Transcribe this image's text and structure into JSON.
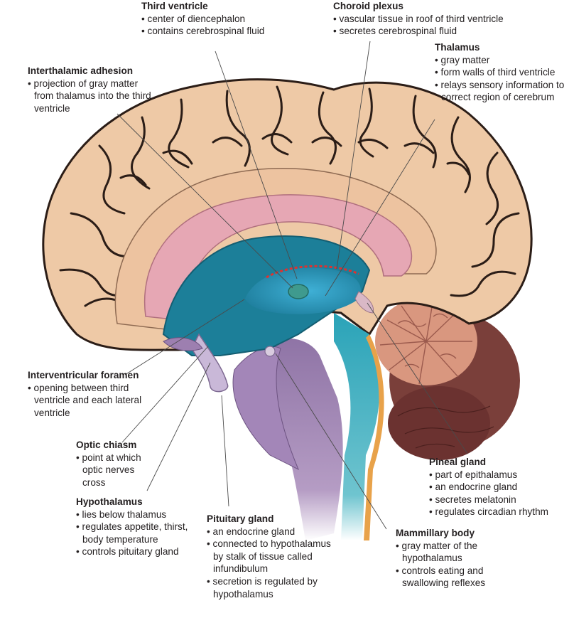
{
  "labels": [
    {
      "key": "third-ventricle",
      "title": "Third ventricle",
      "bullets": [
        "center of diencephalon",
        "contains cerebrospinal fluid"
      ]
    },
    {
      "key": "choroid-plexus",
      "title": "Choroid plexus",
      "bullets": [
        "vascular tissue in roof of third ventricle",
        "secretes cerebrospinal fluid"
      ]
    },
    {
      "key": "thalamus",
      "title": "Thalamus",
      "bullets": [
        "gray matter",
        "form walls of third ventricle",
        "relays sensory information to correct region of cerebrum"
      ]
    },
    {
      "key": "interthalamic-adhesion",
      "title": "Interthalamic adhesion",
      "bullets": [
        "projection of gray matter from thalamus into the third ventricle"
      ]
    },
    {
      "key": "interventricular-foramen",
      "title": "Interventricular foramen",
      "bullets": [
        "opening between third ventricle and each lateral ventricle"
      ]
    },
    {
      "key": "optic-chiasm",
      "title": "Optic chiasm",
      "bullets": [
        "point at which optic nerves cross"
      ]
    },
    {
      "key": "hypothalamus",
      "title": "Hypothalamus",
      "bullets": [
        "lies below thalamus",
        "regulates appetite, thirst, body temperature",
        "controls pituitary gland"
      ]
    },
    {
      "key": "pituitary-gland",
      "title": "Pituitary gland",
      "bullets": [
        "an endocrine gland",
        "connected to hypothalamus by stalk of tissue called infundibulum",
        "secretion is regulated by hypothalamus"
      ]
    },
    {
      "key": "pineal-gland",
      "title": "Pineal gland",
      "bullets": [
        "part of epithalamus",
        "an endocrine gland",
        "secretes melatonin",
        "regulates circadian rhythm"
      ]
    },
    {
      "key": "mammillary-body",
      "title": "Mammillary body",
      "bullets": [
        "gray matter of the hypothalamus",
        "controls eating and swallowing reflexes"
      ]
    }
  ],
  "colors": {
    "cortex": "#eec9a6",
    "cortex_outline": "#2b1d17",
    "corpus_callosum": "#e6a7b4",
    "ventricle": "#2e9bb8",
    "brainstem": "#9a7cae",
    "cerebellum": "#d9977f",
    "choroid_plexus": "#e0312f"
  }
}
